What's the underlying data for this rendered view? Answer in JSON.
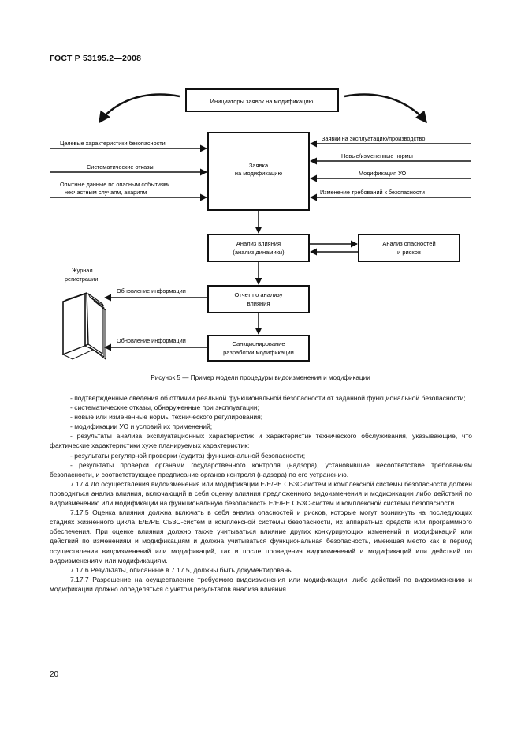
{
  "header": {
    "title": "ГОСТ Р 53195.2—2008"
  },
  "diagram": {
    "initiators": "Инициаторы заявок на модификацию",
    "request_line1": "Заявка",
    "request_line2": "на модификацию",
    "left_inputs": [
      "Целевые характеристики безопасности",
      "Систематические отказы",
      "Опытные данные по опасным событиям/",
      "несчастным случаям, авариям"
    ],
    "right_inputs": [
      "Заявки на эксплуатацию/производство",
      "Новые/измененные нормы",
      "Модификация УО",
      "Изменение требований к безопасности"
    ],
    "impact_line1": "Анализ влияния",
    "impact_line2": "(анализ динамики)",
    "hazard_line1": "Анализ опасностей",
    "hazard_line2": "и рисков",
    "report_line1": "Отчет по анализу",
    "report_line2": "влияния",
    "sanction_line1": "Санкционирование",
    "sanction_line2": "разработки модификации",
    "journal_line1": "Журнал",
    "journal_line2": "регистрации",
    "update1": "Обновление информации",
    "update2": "Обновление информации"
  },
  "caption": "Рисунок 5 — Пример модели процедуры видоизменения и модификации",
  "paragraphs": [
    "- подтвержденные сведения об отличии реальной функциональной безопасности от заданной функциональной безопасности;",
    "- систематические отказы, обнаруженные при эксплуатации;",
    "- новые или измененные нормы технического регулирования;",
    "- модификации УО и условий их применений;",
    "- результаты анализа эксплуатационных характеристик и характеристик технического обслуживания, указывающие, что фактические характеристики хуже планируемых характеристик;",
    "- результаты регулярной проверки (аудита) функциональной безопасности;",
    "- результаты проверки органами государственного контроля (надзора), установившие несоответствие требованиям безопасности, и соответствующее предписание органов контроля (надзора) по его устранению.",
    "7.17.4 До осуществления видоизменения или модификации Е/Е/РЕ СБЗС-систем и комплексной системы безопасности должен проводиться анализ влияния, включающий в себя оценку влияния предложенного видоизменения и модификации либо действий по видоизменению или модификации на функциональную безопасность Е/Е/РЕ СБЗС-систем и комплексной системы безопасности.",
    "7.17.5 Оценка влияния должна включать в себя анализ опасностей и рисков, которые могут возникнуть на последующих стадиях жизненного цикла Е/Е/РЕ СБЗС-систем и комплексной системы безопасности, их аппаратных средств или программного обеспечения. При оценке влияния должно также учитываться влияние других конкурирующих изменений и модификаций или действий по изменениям и модификациям и должна учитываться функциональная безопасность, имеющая место как в период осуществления видоизменений или модификаций, так и после проведения видоизменений и модификаций или действий по видоизменениям или модификациям.",
    "7.17.6 Результаты, описанные в 7.17.5, должны быть документированы.",
    "7.17.7 Разрешение на осуществление требуемого видоизменения или модификации, либо действий по видоизменению и модификации должно определяться с учетом результатов анализа влияния."
  ],
  "page_number": "20"
}
